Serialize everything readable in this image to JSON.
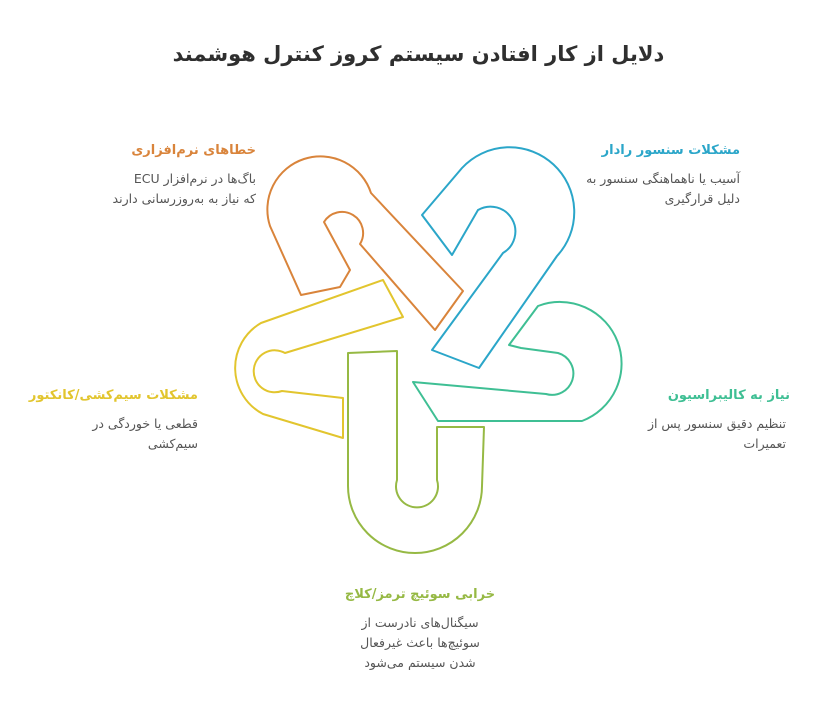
{
  "title": "دلایل از کار افتادن سیستم کروز کنترل هوشمند",
  "colors": {
    "software": "#D9843B",
    "sensor": "#2BA6C9",
    "calibration": "#3FBF94",
    "switch": "#96B944",
    "wiring": "#E2C52E",
    "text": "#555555",
    "title": "#2f2f2f"
  },
  "items": [
    {
      "id": "software",
      "heading": "خطاهای نرم‌افزاری",
      "description": "باگ‌ها در نرم‌افزار ECU\nکه نیاز به به‌روزرسانی دارند"
    },
    {
      "id": "sensor",
      "heading": "مشکلات سنسور رادار",
      "description": "آسیب یا ناهماهنگی سنسور به\nدلیل قرارگیری"
    },
    {
      "id": "wiring",
      "heading": "مشکلات سیم‌کشی/کانکتور",
      "description": "قطعی یا خوردگی در\nسیم‌کشی"
    },
    {
      "id": "calibration",
      "heading": "نیاز به کالیبراسیون",
      "description": "تنظیم دقیق سنسور پس از\nتعمیرات"
    },
    {
      "id": "switch",
      "heading": "خرابی سوئیچ ترمز/کلاچ",
      "description": "سیگنال‌های نادرست از\nسوئیچ‌ها باعث غیرفعال\nشدن سیستم می‌شود"
    }
  ]
}
